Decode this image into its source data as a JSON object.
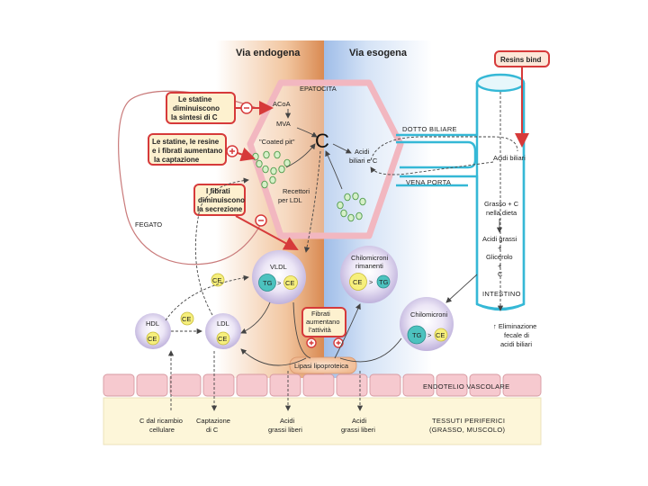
{
  "headers": {
    "endogenous": "Via endogena",
    "exogenous": "Via esogena"
  },
  "liver": {
    "hepatocyte": "EPATOCITA",
    "liver_label": "FEGATO",
    "acoa": "ACoA",
    "mva": "MVA",
    "cholesterol": "C",
    "coated_pit": "\"Coated pit\"",
    "ldl_receptors_line1": "Recettori",
    "ldl_receptors_line2": "per LDL",
    "bile_acids_line1": "Acidi",
    "bile_acids_line2": "biliari e C"
  },
  "drug_boxes": {
    "statins_synthesis": [
      "Le statine",
      "diminuiscono",
      "la sintesi di C"
    ],
    "uptake": [
      "Le statine, le resine",
      "e i fibrati aumentano",
      "la captazione"
    ],
    "fibrates_secretion": [
      "I fibrati",
      "diminuiscono",
      "la secrezione"
    ],
    "resins": "Resins bind",
    "fibrates_activity": [
      "Fibrati",
      "aumentano",
      "l'attività"
    ]
  },
  "ducts": {
    "bile_duct": "DOTTO BILIARE",
    "portal_vein": "VENA PORTA",
    "bile_acids_intestine": "Acidi biliari"
  },
  "intestine": {
    "diet_line1": "Grasso + C",
    "diet_line2": "nella dieta",
    "fatty_acids_line1": "Acidi grassi",
    "plus1": "+",
    "glycerol": "Glicerolo",
    "plus2": "+",
    "c": "C",
    "label": "INTESTINO",
    "excretion_line1": "↑ Eliminazione",
    "excretion_line2": "fecale di",
    "excretion_line3": "acidi biliari"
  },
  "lipoproteins": {
    "vldl": "VLDL",
    "tg": "TG",
    "gt": ">",
    "ce": "CE",
    "hdl": "HDL",
    "ldl": "LDL",
    "chylomicron_remnants_line1": "Chilomicroni",
    "chylomicron_remnants_line2": "rimanenti",
    "chylomicrons": "Chilomicroni",
    "lpl": "Lipasi lipoproteica"
  },
  "bottom": {
    "endothelium": "ENDOTELIO VASCOLARE",
    "cell_turnover_line1": "C dal ricambio",
    "cell_turnover_line2": "cellulare",
    "c_uptake_line1": "Captazione",
    "c_uptake_line2": "di C",
    "ffa1_line1": "Acidi",
    "ffa1_line2": "grassi liberi",
    "ffa2_line1": "Acidi",
    "ffa2_line2": "grassi liberi",
    "peripheral_line1": "TESSUTI PERIFERICI",
    "peripheral_line2": "(GRASSO, MUSCOLO)"
  },
  "colors": {
    "endogenous_band": "#e8a97a",
    "exogenous_band": "#bfd3ef",
    "drug_red": "#d63a3a",
    "drug_fill": "#fdf1cf",
    "resin_fill": "#fde7d8",
    "lipoprotein": "#d9d0ea",
    "ce_yellow": "#f6ef7c",
    "tg_teal": "#4cc2bf",
    "duct_cyan": "#35b8d6",
    "endothelium": "#f6c9cf",
    "tissue": "#fdf6d9",
    "lpl_fill": "#f7d3b5"
  }
}
